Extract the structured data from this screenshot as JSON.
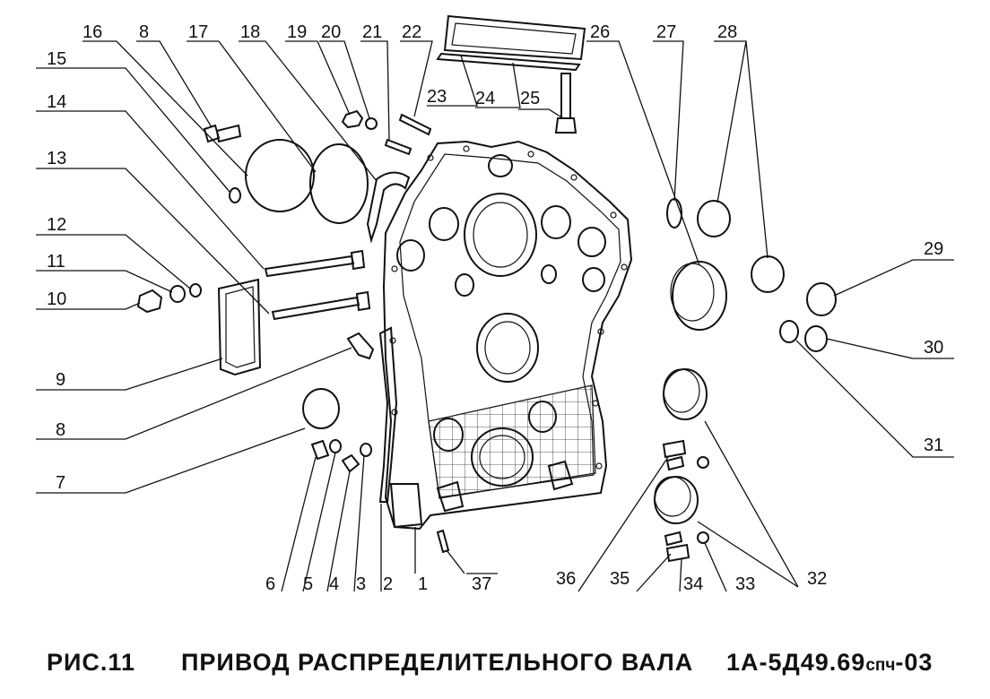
{
  "caption": {
    "figure": "РИС.11",
    "title": "ПРИВОД РАСПРЕДЕЛИТЕЛЬНОГО ВАЛА",
    "code_main": "1А-5Д49.69",
    "code_small": "спч",
    "code_suffix": "-03"
  },
  "callouts": [
    "1",
    "2",
    "3",
    "4",
    "5",
    "6",
    "7",
    "8",
    "9",
    "10",
    "11",
    "12",
    "13",
    "14",
    "15",
    "16",
    "8",
    "17",
    "18",
    "19",
    "20",
    "21",
    "22",
    "23",
    "24",
    "25",
    "26",
    "27",
    "28",
    "29",
    "30",
    "31",
    "32",
    "33",
    "34",
    "35",
    "36",
    "37"
  ]
}
